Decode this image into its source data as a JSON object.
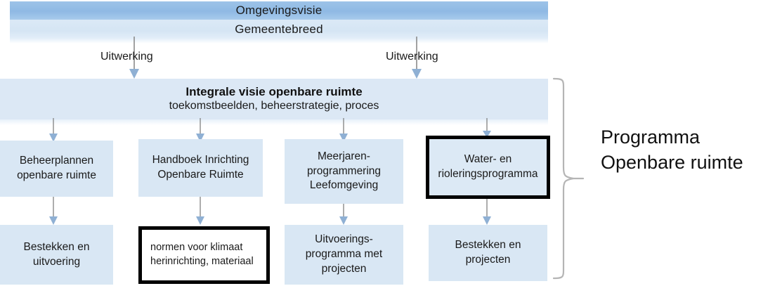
{
  "diagram": {
    "header": {
      "top_band_label": "Omgevingsvisie",
      "second_band_label": "Gemeentebreed"
    },
    "arrow_labels": {
      "left": "Uitwerking",
      "right": "Uitwerking"
    },
    "vision_band": {
      "title": "Integrale visie openbare ruimte",
      "subtitle": "toekomstbeelden, beheerstrategie, proces"
    },
    "middle_row": [
      {
        "lines": [
          "Beheerplannen",
          "openbare ruimte"
        ],
        "emphasis": false
      },
      {
        "lines": [
          "Handboek Inrichting",
          "Openbare Ruimte"
        ],
        "emphasis": false
      },
      {
        "lines": [
          "Meerjaren-",
          "programmering",
          "Leefomgeving"
        ],
        "emphasis": false
      },
      {
        "lines": [
          "Water- en",
          "rioleringsprogramma"
        ],
        "emphasis": true
      }
    ],
    "bottom_row": [
      {
        "lines": [
          "Bestekken en",
          "uitvoering"
        ],
        "style": "filled"
      },
      {
        "lines": [
          "normen voor klimaat",
          "herinrichting, materiaal"
        ],
        "style": "white-outlined"
      },
      {
        "lines": [
          "Uitvoerings-",
          "programma met",
          "projecten"
        ],
        "style": "filled"
      },
      {
        "lines": [
          "Bestekken en",
          "projecten"
        ],
        "style": "filled"
      }
    ],
    "right_caption": {
      "line1": "Programma",
      "line2": "Openbare ruimte"
    },
    "colors": {
      "band_top": "#8fb9e4",
      "band_second": "#d5e5f4",
      "band_vision": "#dce8f5",
      "box_fill": "#d9e7f4",
      "emphasis_border": "#000000",
      "arrow": "#7f9fc4",
      "brace": "#b9b9b9",
      "text": "#1a1a1a"
    }
  }
}
